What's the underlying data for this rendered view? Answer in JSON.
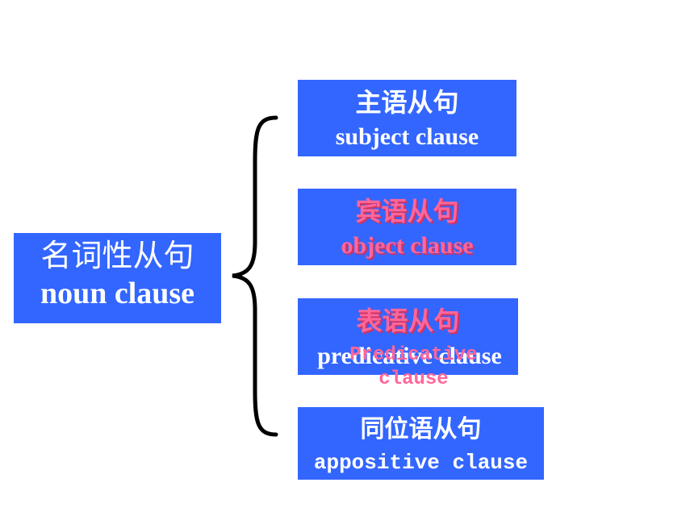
{
  "main": {
    "zh": "名词性从句",
    "en": "noun clause"
  },
  "subject": {
    "zh": "主语从句",
    "en": "subject clause"
  },
  "object": {
    "zh": "宾语从句",
    "en": "object clause"
  },
  "predicative": {
    "zh": "表语从句",
    "en_under": "predicative clause",
    "en_over": "Predicative clause"
  },
  "appositive": {
    "zh": "同位语从句",
    "en": "appositive clause"
  },
  "colors": {
    "box": "#3366ff",
    "text": "#ffffff",
    "highlight": "#ff6699",
    "brace": "#000000"
  }
}
